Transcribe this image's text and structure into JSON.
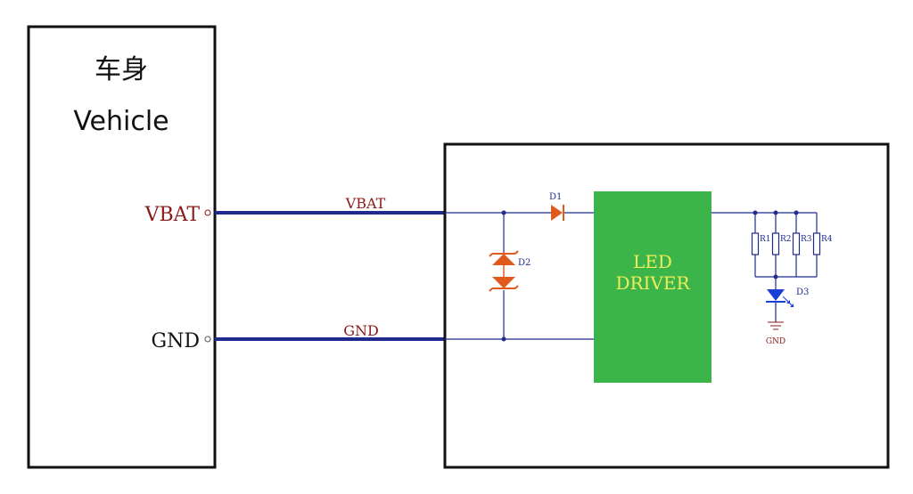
{
  "vehicle": {
    "title_cn": "车身",
    "title_en": "Vehicle",
    "pin_vbat": "VBAT",
    "pin_gnd": "GND"
  },
  "nets": {
    "vbat": "VBAT",
    "gnd": "GND"
  },
  "components": {
    "d1": "D1",
    "d2": "D2",
    "d3": "D3",
    "r1": "R1",
    "r2": "R2",
    "r3": "R3",
    "r4": "R4",
    "ground": "GND"
  },
  "driver": {
    "line1": "LED",
    "line2": "DRIVER"
  },
  "colors": {
    "wire": "#1f2a8c",
    "net_label": "#8b1a1a",
    "diode": "#e05a1e",
    "led": "#1a3fd6",
    "driver_fill": "#3bb54a",
    "driver_text": "#f3ec5a"
  }
}
